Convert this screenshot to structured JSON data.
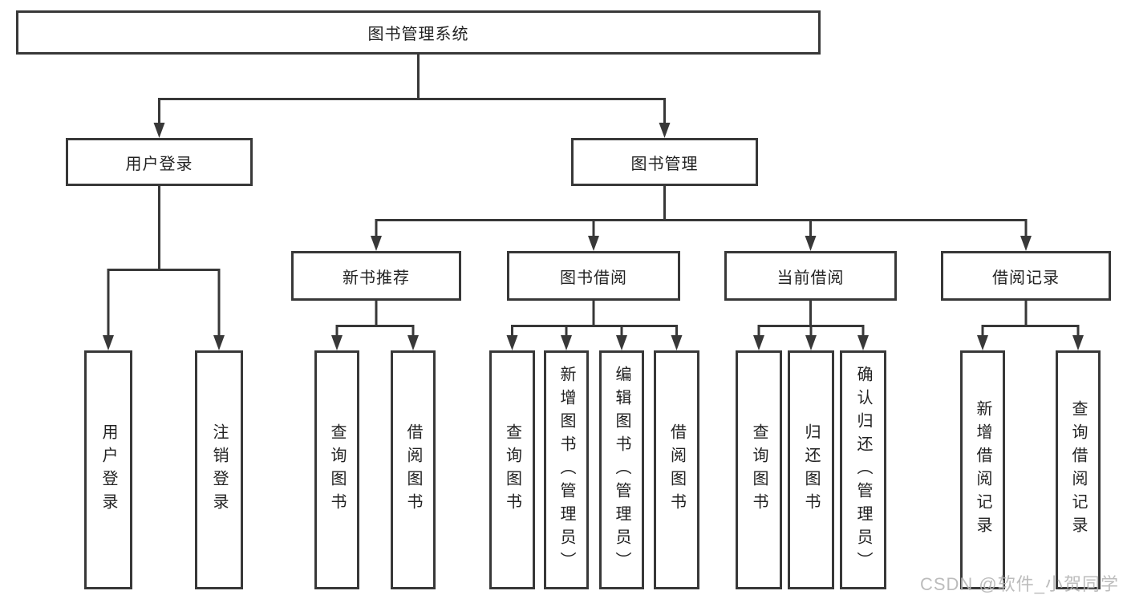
{
  "colors": {
    "line": "#383838",
    "text": "#222222",
    "box_bg": "#ffffff",
    "watermark": "#b5b5b5"
  },
  "root": {
    "label": "图书管理系统"
  },
  "level2": [
    {
      "label": "用户登录"
    },
    {
      "label": "图书管理"
    }
  ],
  "level3": [
    {
      "label": "新书推荐"
    },
    {
      "label": "图书借阅"
    },
    {
      "label": "当前借阅"
    },
    {
      "label": "借阅记录"
    }
  ],
  "leaves": {
    "user_login": [
      {
        "label": "用户登录"
      },
      {
        "label": "注销登录"
      }
    ],
    "new_books": [
      {
        "label": "查询图书"
      },
      {
        "label": "借阅图书"
      }
    ],
    "book_borrow": [
      {
        "label": "查询图书"
      },
      {
        "label": "新增图书（管理员）"
      },
      {
        "label": "编辑图书（管理员）"
      },
      {
        "label": "借阅图书"
      }
    ],
    "current_borrow": [
      {
        "label": "查询图书"
      },
      {
        "label": "归还图书"
      },
      {
        "label": "确认归还（管理员）"
      }
    ],
    "borrow_records": [
      {
        "label": "新增借阅记录"
      },
      {
        "label": "查询借阅记录"
      }
    ]
  },
  "watermark": {
    "text": "CSDN @软件_小贺同学"
  }
}
